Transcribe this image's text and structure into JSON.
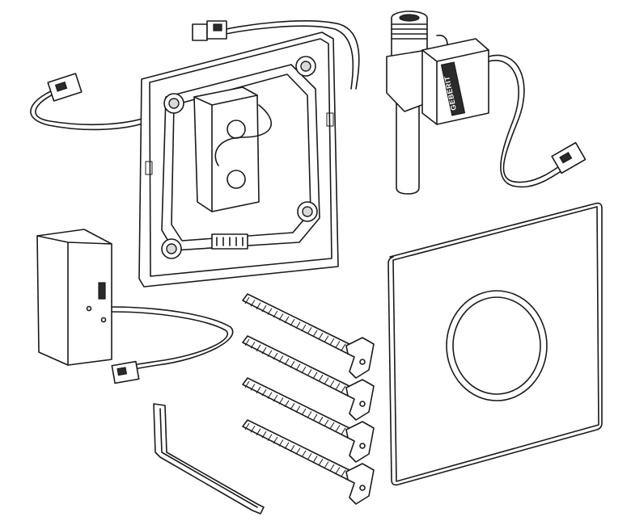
{
  "drawing": {
    "brand_label": "GEBERIT",
    "parts": [
      "mounting-frame",
      "valve-unit",
      "control-box",
      "cover-plate",
      "fixing-screws",
      "allen-key"
    ],
    "screw_count": 4,
    "colors": {
      "line": "#1a1a1a",
      "background": "#ffffff",
      "shade": "#d9d9d9"
    }
  }
}
